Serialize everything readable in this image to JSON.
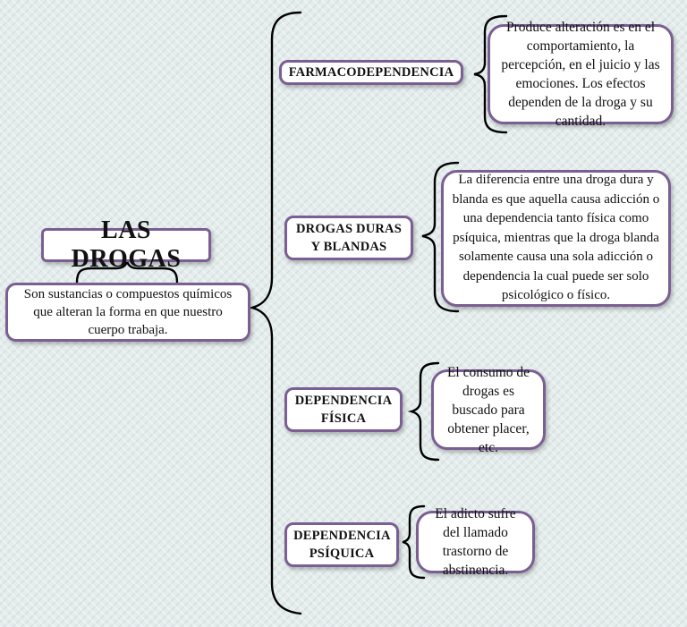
{
  "root": {
    "title": "LAS DROGAS",
    "definition": "Son sustancias o compuestos químicos que alteran la forma en que nuestro cuerpo trabaja."
  },
  "branches": [
    {
      "heading": "FARMACODEPENDENCIA",
      "description": "Produce alteración es en el comportamiento, la percepción, en el juicio y las emociones. Los efectos dependen de la droga y su cantidad."
    },
    {
      "heading": "DROGAS DURAS Y BLANDAS",
      "description": "La diferencia entre una droga dura y blanda es que aquella causa adicción o una dependencia tanto física como psíquica, mientras que la droga blanda solamente causa una sola adicción o dependencia la cual puede ser solo psicológico o físico."
    },
    {
      "heading": "DEPENDENCIA FÍSICA",
      "description": "El consumo de drogas es buscado para obtener placer, etc."
    },
    {
      "heading": "DEPENDENCIA PSÍQUICA",
      "description": "El adicto sufre del llamado trastorno de abstinencia."
    }
  ],
  "colors": {
    "box_border": "#7b5f93",
    "background": "#e4ecec",
    "connector": "#000000"
  }
}
